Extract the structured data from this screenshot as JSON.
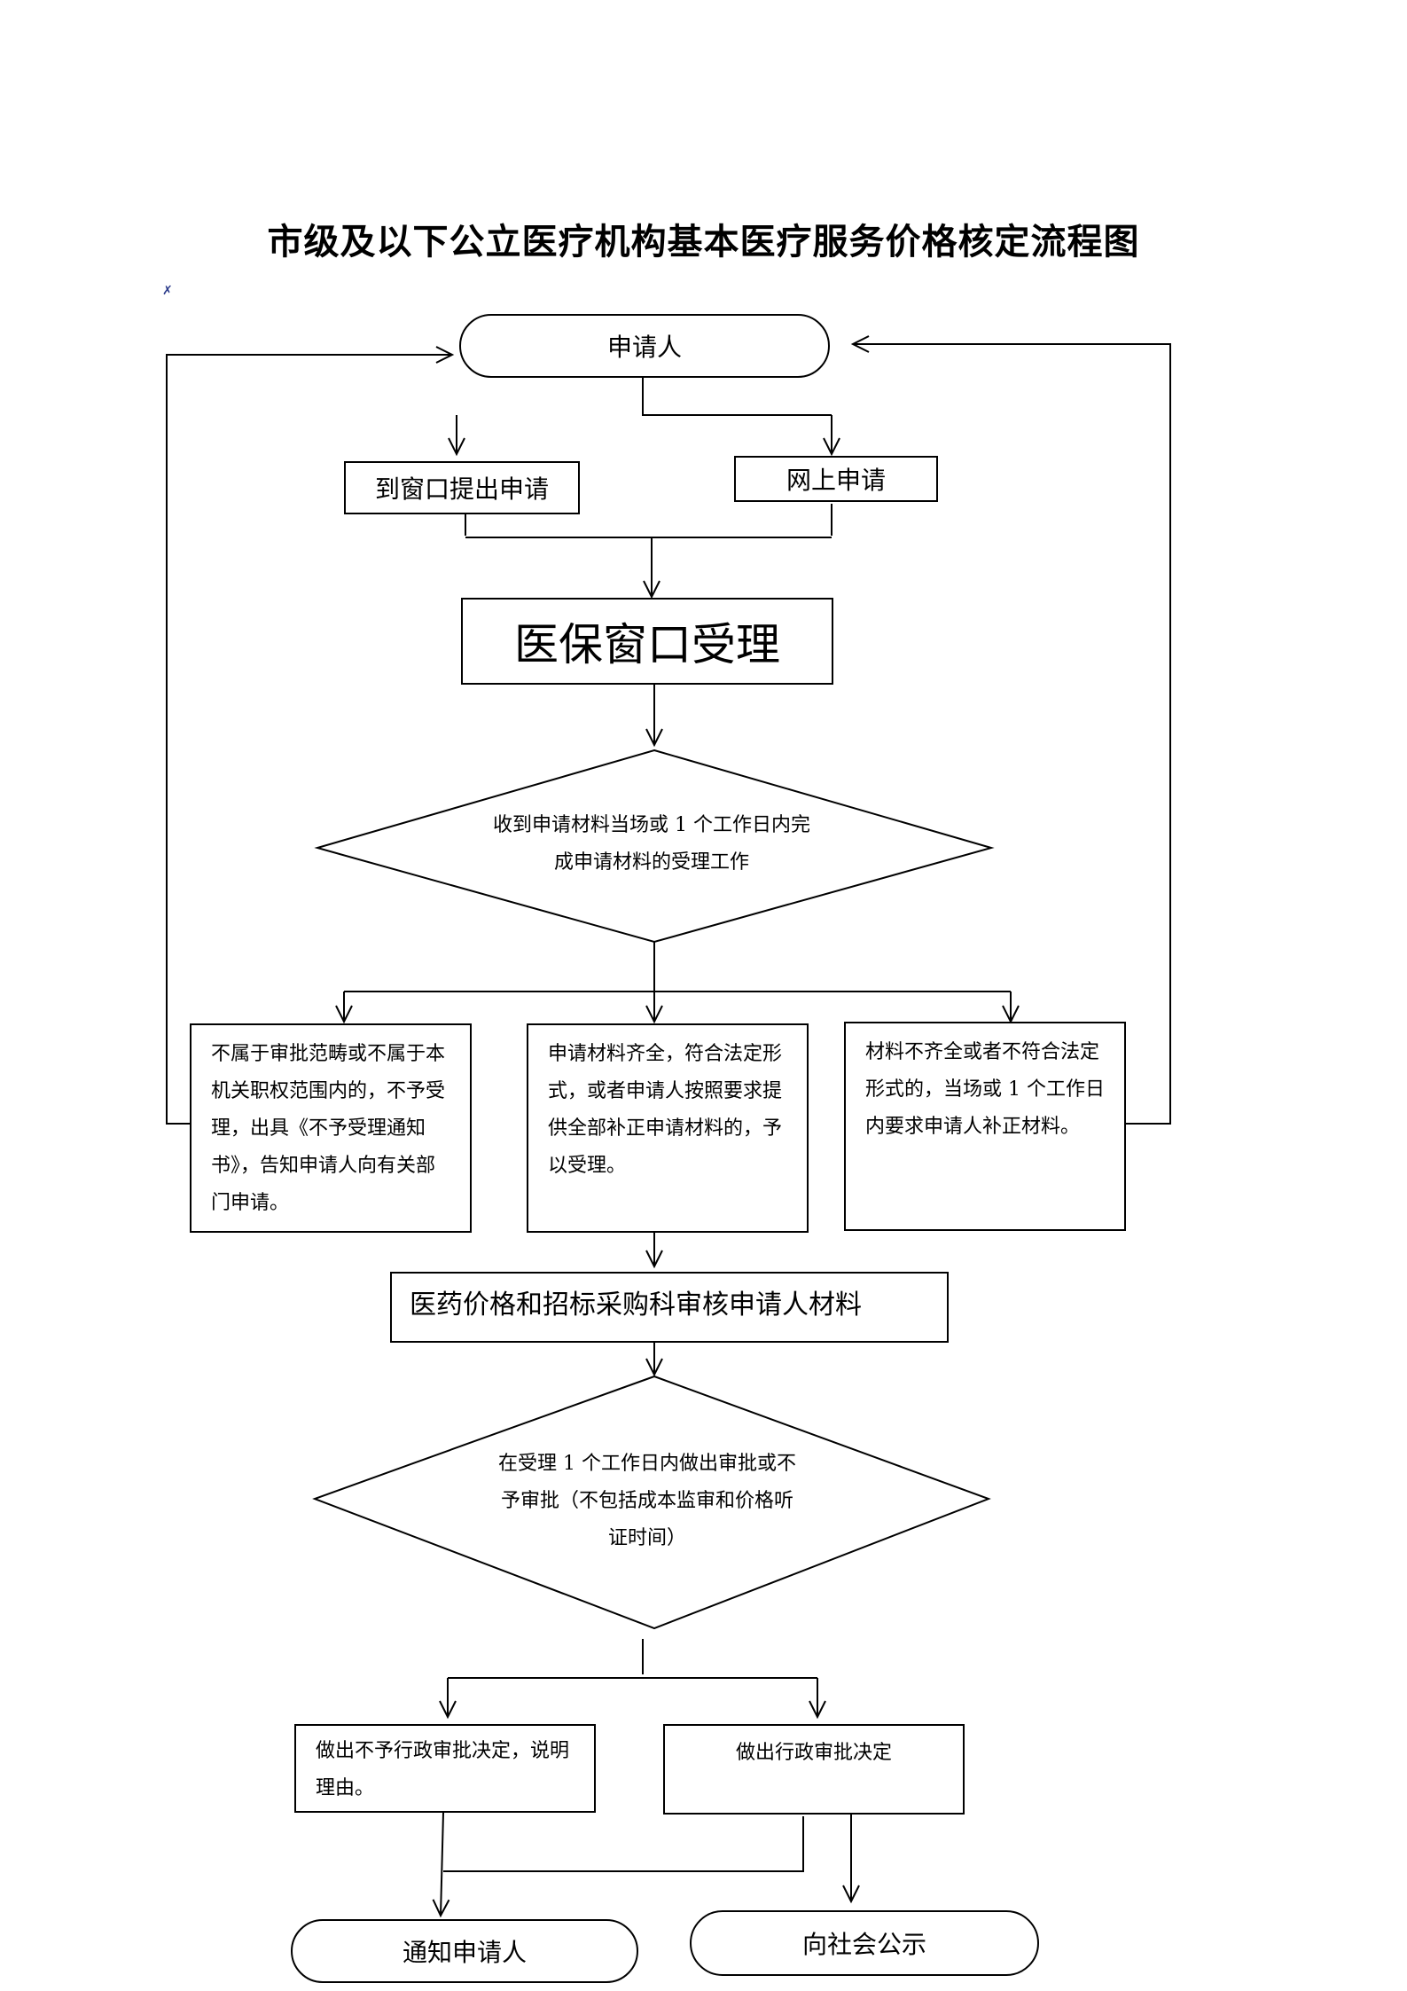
{
  "title": "市级及以下公立医疗机构基本医疗服务价格核定流程图",
  "nodes": {
    "applicant": "申请人",
    "window_apply": "到窗口提出申请",
    "online_apply": "网上申请",
    "window_accept": "医保窗口受理",
    "receive_decision": "收到申请材料当场或 1 个工作日内完成申请材料的受理工作",
    "not_accepted": "不属于审批范畴或不属于本机关职权范围内的，不予受理，出具《不予受理通知书》，告知申请人向有关部门申请。",
    "accepted": "申请材料齐全，符合法定形式，或者申请人按照要求提供全部补正申请材料的，予以受理。",
    "supplement": "材料不齐全或者不符合法定形式的，当场或 1 个工作日内要求申请人补正材料。",
    "review": "医药价格和招标采购科审核申请人材料",
    "decision_time": "在受理 1 个工作日内做出审批或不予审批（不包括成本监审和价格听证时间）",
    "reject": "做出不予行政审批决定，说明理由。",
    "approve": "做出行政审批决定",
    "notify": "通知申请人",
    "publicize": "向社会公示"
  }
}
